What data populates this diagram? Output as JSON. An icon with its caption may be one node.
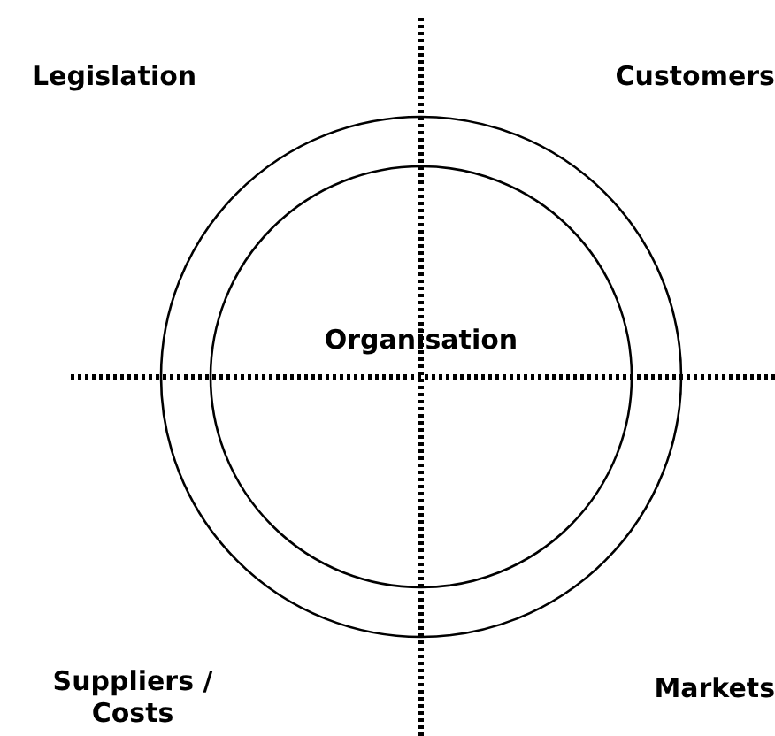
{
  "diagram": {
    "nodes": [
      {
        "text": [],
        "shape": "circle"
      },
      {
        "text": [
          "Organisation"
        ],
        "in": 0
      }
    ],
    "labels": [
      "Legislation",
      "Customers",
      "Suppliers / Costs",
      "Markets"
    ]
  }
}
